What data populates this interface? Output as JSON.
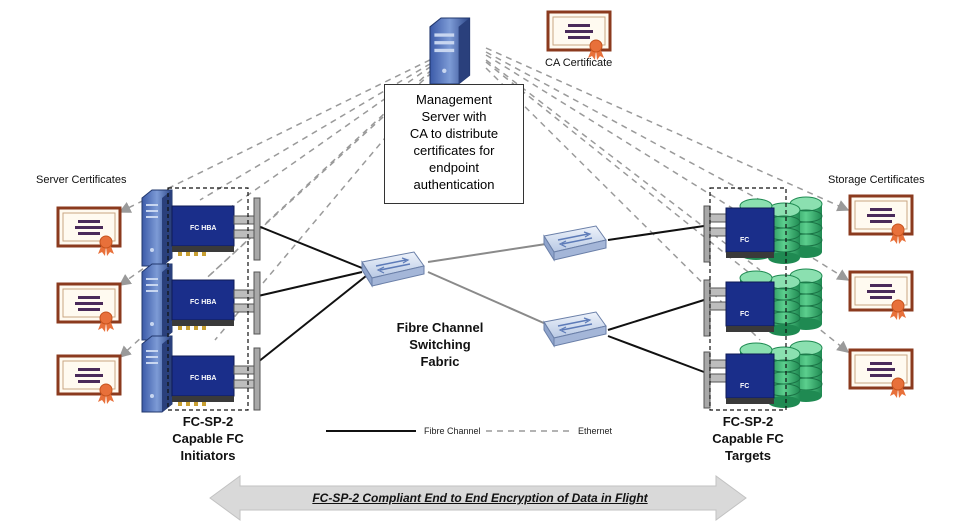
{
  "management_server": {
    "description_lines": [
      "Management",
      "Server with",
      "CA to distribute",
      "certificates for",
      "endpoint",
      "authentication"
    ]
  },
  "certificates": {
    "ca_label": "CA Certificate",
    "server_label": "Server Certificates",
    "storage_label": "Storage Certificates"
  },
  "fabric": {
    "label_lines": [
      "Fibre Channel",
      "Switching",
      "Fabric"
    ]
  },
  "initiators": {
    "hba_label": "FC HBA",
    "caption_lines": [
      "FC-SP-2",
      "Capable FC",
      "Initiators"
    ]
  },
  "targets": {
    "card_label": "FC",
    "caption_lines": [
      "FC-SP-2",
      "Capable FC",
      "Targets"
    ]
  },
  "legend": {
    "fibre_channel": "Fibre Channel",
    "ethernet": "Ethernet"
  },
  "banner": {
    "text": "FC-SP-2 Compliant End to End Encryption of Data in Flight"
  },
  "colors": {
    "certificate_border": "#8b3a1e",
    "certificate_fill": "#fffaf0",
    "ribbon": "#e8703a",
    "hba_blue": "#1a2e8a",
    "storage_green": "#2fa868",
    "switch_fill": "#dce6f5",
    "dashed_line": "#9a9a9a",
    "banner_arrow": "#d9d9d9"
  }
}
